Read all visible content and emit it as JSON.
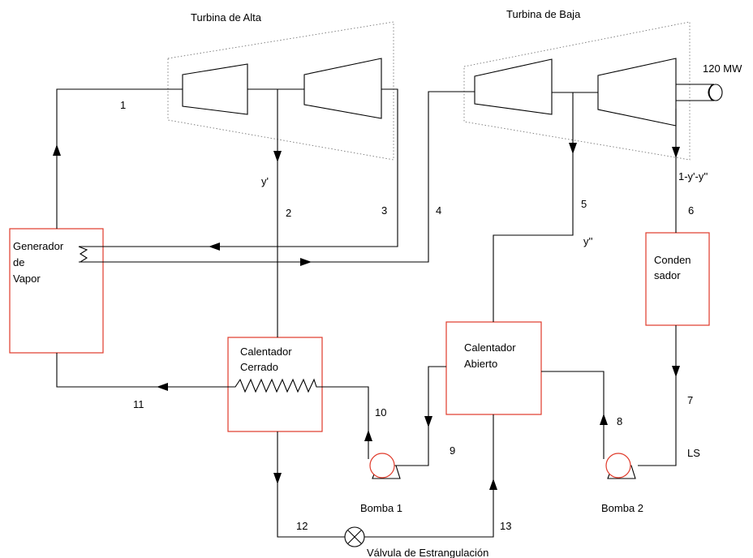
{
  "labels": {
    "hp_turbine": "Turbina de Alta",
    "lp_turbine": "Turbina de Baja",
    "power": "120 MW",
    "generator_line1": "Generador",
    "generator_line2": "de",
    "generator_line3": "Vapor",
    "condenser_line1": "Conden",
    "condenser_line2": "sador",
    "closed_heater_line1": "Calentador",
    "closed_heater_line2": "Cerrado",
    "open_heater_line1": "Calentador",
    "open_heater_line2": "Abierto",
    "pump1": "Bomba 1",
    "pump2": "Bomba 2",
    "valve": "Válvula de Estrangulación",
    "ls": "LS"
  },
  "fractions": {
    "y_prime": "y'",
    "y_double_prime": "y''",
    "remainder": "1-y'-y''"
  },
  "states": {
    "s1": "1",
    "s2": "2",
    "s3": "3",
    "s4": "4",
    "s5": "5",
    "s6": "6",
    "s7": "7",
    "s8": "8",
    "s9": "9",
    "s10": "10",
    "s11": "11",
    "s12": "12",
    "s13": "13"
  },
  "colors": {
    "equipment_outline": "#e03a2a",
    "pipe": "#000000",
    "turbine_casing": "#777777"
  }
}
